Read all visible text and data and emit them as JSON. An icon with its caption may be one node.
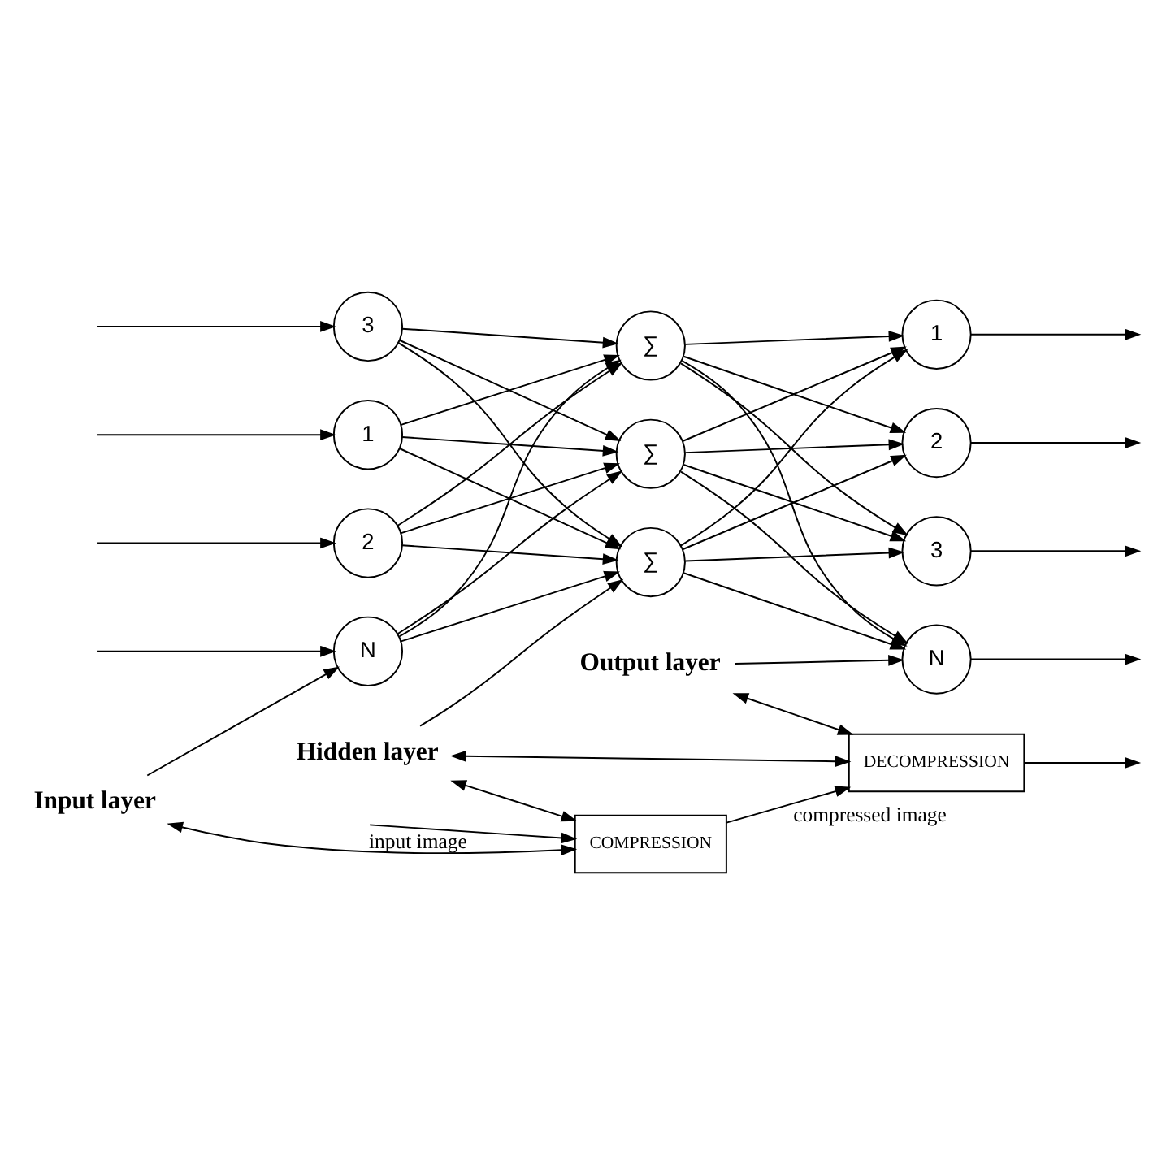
{
  "diagram": {
    "nodes": [
      {
        "text": [
          "1"
        ]
      },
      {
        "text": [
          "2"
        ]
      },
      {
        "text": [
          "3"
        ]
      },
      {
        "text": [
          "N"
        ]
      },
      {
        "text": [
          "∑"
        ]
      },
      {
        "text": [
          "∑"
        ]
      },
      {
        "text": [
          "∑"
        ]
      },
      {
        "text": [
          "1"
        ]
      },
      {
        "text": [
          "2"
        ]
      },
      {
        "text": [
          "3"
        ]
      },
      {
        "text": [
          "N"
        ]
      },
      {
        "text": [
          "Input layer"
        ]
      },
      {
        "text": [
          "Hidden layer"
        ]
      },
      {
        "text": [
          "Output layer"
        ]
      },
      {
        "text": [
          "COMPRESSION"
        ]
      },
      {
        "text": [
          "DECOMPRESSION"
        ]
      }
    ],
    "edges": [
      {
        "from": null,
        "to": 0,
        "arrow": "to"
      },
      {
        "from": null,
        "to": 1,
        "arrow": "to"
      },
      {
        "from": null,
        "to": 2,
        "arrow": "to"
      },
      {
        "from": null,
        "to": 3,
        "arrow": "to"
      },
      {
        "from": 0,
        "to": 4,
        "arrow": "to"
      },
      {
        "from": 0,
        "to": 5,
        "arrow": "to"
      },
      {
        "from": 0,
        "to": 6,
        "arrow": "to"
      },
      {
        "from": 1,
        "to": 4,
        "arrow": "to"
      },
      {
        "from": 1,
        "to": 5,
        "arrow": "to"
      },
      {
        "from": 1,
        "to": 6,
        "arrow": "to"
      },
      {
        "from": 2,
        "to": 4,
        "arrow": "to"
      },
      {
        "from": 2,
        "to": 5,
        "arrow": "to"
      },
      {
        "from": 2,
        "to": 6,
        "arrow": "to"
      },
      {
        "from": 3,
        "to": 4,
        "arrow": "to"
      },
      {
        "from": 3,
        "to": 5,
        "arrow": "to"
      },
      {
        "from": 3,
        "to": 6,
        "arrow": "to"
      },
      {
        "from": 4,
        "to": 7,
        "arrow": "to"
      },
      {
        "from": 4,
        "to": 8,
        "arrow": "to"
      },
      {
        "from": 4,
        "to": 9,
        "arrow": "to"
      },
      {
        "from": 4,
        "to": 10,
        "arrow": "to"
      },
      {
        "from": 5,
        "to": 7,
        "arrow": "to"
      },
      {
        "from": 5,
        "to": 8,
        "arrow": "to"
      },
      {
        "from": 5,
        "to": 9,
        "arrow": "to"
      },
      {
        "from": 5,
        "to": 10,
        "arrow": "to"
      },
      {
        "from": 6,
        "to": 7,
        "arrow": "to"
      },
      {
        "from": 6,
        "to": 8,
        "arrow": "to"
      },
      {
        "from": 6,
        "to": 9,
        "arrow": "to"
      },
      {
        "from": 6,
        "to": 10,
        "arrow": "to"
      },
      {
        "from": 7,
        "to": null,
        "arrow": "to"
      },
      {
        "from": 8,
        "to": null,
        "arrow": "to"
      },
      {
        "from": 9,
        "to": null,
        "arrow": "to"
      },
      {
        "from": 10,
        "to": null,
        "arrow": "to"
      },
      {
        "from": 11,
        "to": 3,
        "arrow": "to"
      },
      {
        "from": 12,
        "to": 6,
        "arrow": "to"
      },
      {
        "from": 13,
        "to": 10,
        "arrow": "to"
      },
      {
        "from": 11,
        "to": 14,
        "arrow": "both"
      },
      {
        "from": 12,
        "to": 14,
        "arrow": "both"
      },
      {
        "from": 12,
        "to": 15,
        "arrow": "both"
      },
      {
        "from": 13,
        "to": 15,
        "arrow": "both"
      },
      {
        "from": null,
        "to": 14,
        "arrow": "to",
        "label": "input image"
      },
      {
        "from": 14,
        "to": 15,
        "arrow": "to",
        "label": "compressed image"
      },
      {
        "from": 15,
        "to": null,
        "arrow": "to"
      }
    ]
  }
}
